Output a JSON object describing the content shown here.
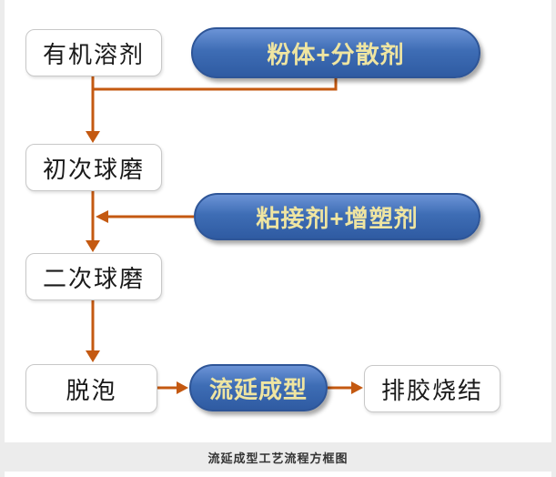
{
  "diagram": {
    "nodes": {
      "organic_solvent": "有机溶剂",
      "powder_dispersant": "粉体+分散剂",
      "first_ball_milling": "初次球磨",
      "binder_plasticizer": "粘接剂+增塑剂",
      "second_ball_milling": "二次球磨",
      "defoaming": "脱泡",
      "tape_casting": "流延成型",
      "debinding_sintering": "排胶烧结"
    },
    "caption": "流延成型工艺流程方框图",
    "colors": {
      "arrow": "#c45911",
      "pill_fill_top": "#6b93d6",
      "pill_fill_bottom": "#2f5ba2",
      "pill_border": "#2e5597",
      "pill_text": "#efe5a1",
      "box_bg": "#ffffff",
      "box_border": "#c8c8c8",
      "box_text": "#1a1a1a",
      "caption_bg": "#ececec",
      "caption_text": "#333333"
    }
  }
}
